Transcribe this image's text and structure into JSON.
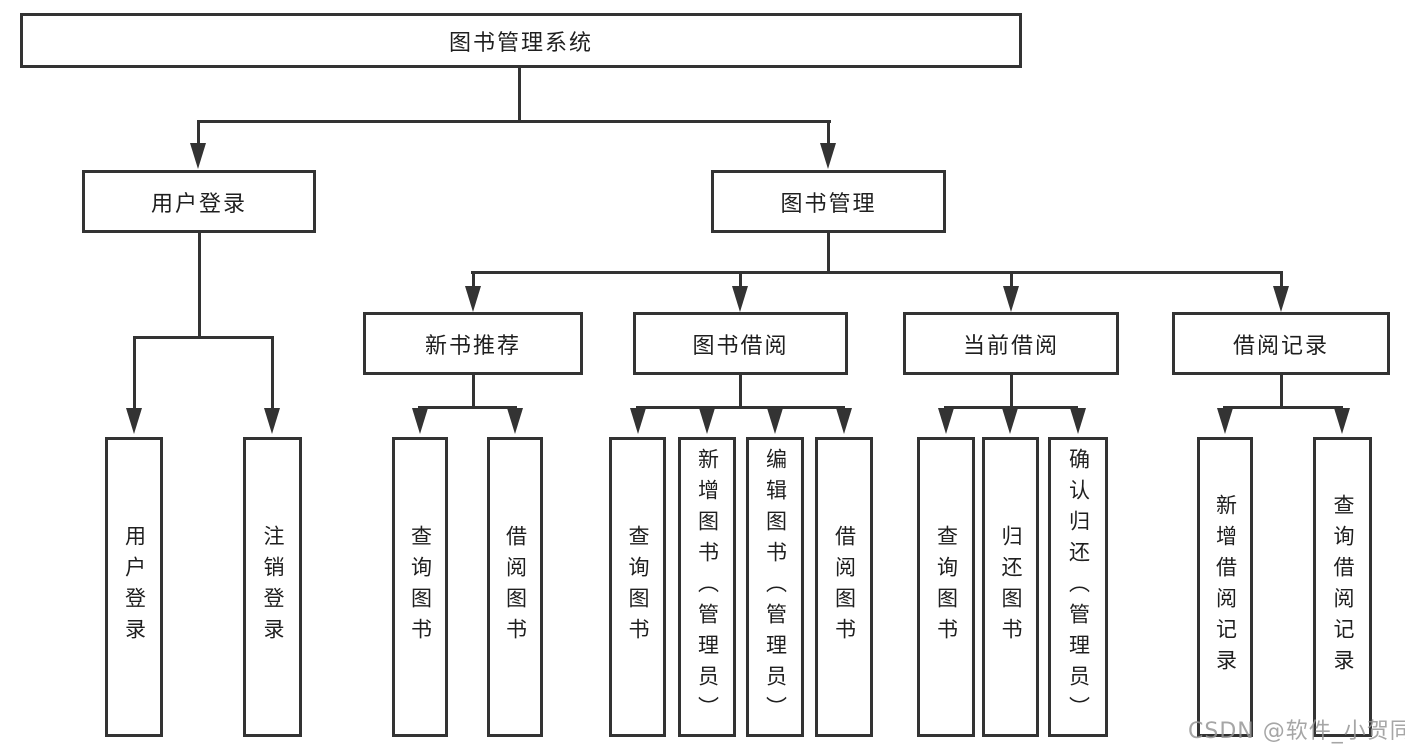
{
  "colors": {
    "line": "#333333",
    "text": "#1f1f1f",
    "watermark": "#969696"
  },
  "tree": {
    "root": {
      "label": "图书管理系统"
    },
    "branches": [
      {
        "label": "用户登录",
        "leaves": [
          {
            "label": "用户登录"
          },
          {
            "label": "注销登录"
          }
        ]
      },
      {
        "label": "图书管理",
        "sections": [
          {
            "label": "新书推荐",
            "leaves": [
              {
                "label": "查询图书"
              },
              {
                "label": "借阅图书"
              }
            ]
          },
          {
            "label": "图书借阅",
            "leaves": [
              {
                "label": "查询图书"
              },
              {
                "label": "新增图书（管理员）"
              },
              {
                "label": "编辑图书（管理员）"
              },
              {
                "label": "借阅图书"
              }
            ]
          },
          {
            "label": "当前借阅",
            "leaves": [
              {
                "label": "查询图书"
              },
              {
                "label": "归还图书"
              },
              {
                "label": "确认归还（管理员）"
              }
            ]
          },
          {
            "label": "借阅记录",
            "leaves": [
              {
                "label": "新增借阅记录"
              },
              {
                "label": "查询借阅记录"
              }
            ]
          }
        ]
      }
    ]
  },
  "watermark": {
    "label": "CSDN @软件_小贺同学"
  }
}
